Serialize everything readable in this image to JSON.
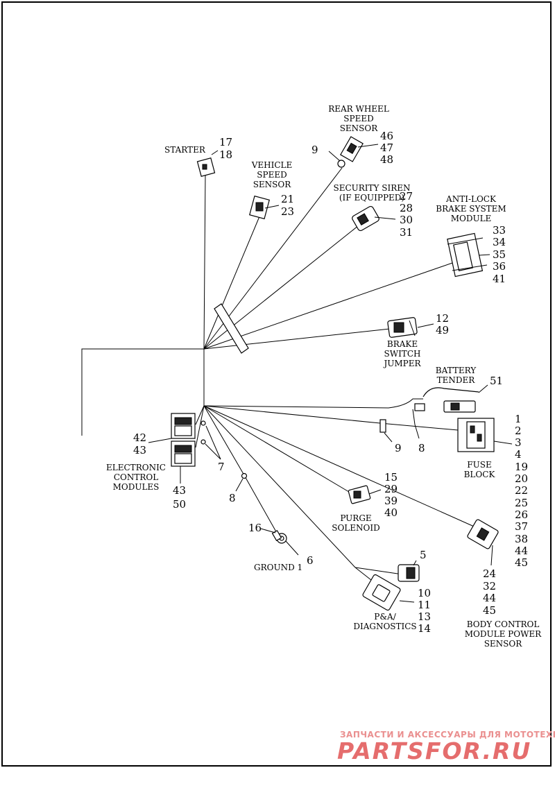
{
  "components": {
    "starter": {
      "label": "STARTER",
      "refs": [
        "17",
        "18"
      ]
    },
    "vehicle_speed_sensor": {
      "label": [
        "VEHICLE",
        "SPEED",
        "SENSOR"
      ],
      "refs": [
        "21",
        "23"
      ]
    },
    "rear_wheel_speed_sensor": {
      "label": [
        "REAR WHEEL",
        "SPEED",
        "SENSOR"
      ],
      "refs": [
        "46",
        "47",
        "48"
      ],
      "clip_ref": "9"
    },
    "security_siren": {
      "label": [
        "SECURITY SIREN",
        "(IF EQUIPPED)"
      ],
      "refs": [
        "27",
        "28",
        "30",
        "31"
      ]
    },
    "abs_module": {
      "label": [
        "ANTI-LOCK",
        "BRAKE SYSTEM",
        "MODULE"
      ],
      "refs": [
        "33",
        "34",
        "35",
        "36",
        "41"
      ]
    },
    "brake_switch_jumper": {
      "label": [
        "BRAKE",
        "SWITCH",
        "JUMPER"
      ],
      "refs": [
        "12",
        "49"
      ]
    },
    "battery_tender": {
      "label": [
        "BATTERY",
        "TENDER"
      ],
      "refs": [
        "51"
      ]
    },
    "fuse_block": {
      "label": [
        "FUSE",
        "BLOCK"
      ],
      "refs": [
        "1",
        "2",
        "3",
        "4",
        "19",
        "20",
        "22",
        "25",
        "26",
        "37",
        "38",
        "44",
        "45"
      ],
      "clip_ref": "9",
      "tie_ref": "8"
    },
    "ecm": {
      "label": [
        "ELECTRONIC",
        "CONTROL",
        "MODULES"
      ],
      "refs_top": [
        "42",
        "43"
      ],
      "refs_bottom": [
        "43",
        "50"
      ],
      "clip_ref": "7"
    },
    "purge_solenoid": {
      "label": [
        "PURGE",
        "SOLENOID"
      ],
      "refs": [
        "15",
        "29",
        "39",
        "40"
      ]
    },
    "ground": {
      "label": "GROUND 1",
      "refs": [
        "16",
        "6"
      ],
      "tie_ref": "8"
    },
    "pa_diagnostics": {
      "label": [
        "P&A/",
        "DIAGNOSTICS"
      ],
      "refs": [
        "5",
        "10",
        "11",
        "13",
        "14"
      ]
    },
    "bcm_power_sensor": {
      "label": [
        "BODY CONTROL",
        "MODULE POWER",
        "SENSOR"
      ],
      "refs": [
        "24",
        "32",
        "44",
        "45"
      ]
    }
  },
  "watermark": {
    "tagline": "ЗАПЧАСТИ И АКСЕССУАРЫ ДЛЯ МОТОТЕХНИКИ",
    "brand": "PARTSFOR.RU",
    "color": "#e56d6d"
  }
}
